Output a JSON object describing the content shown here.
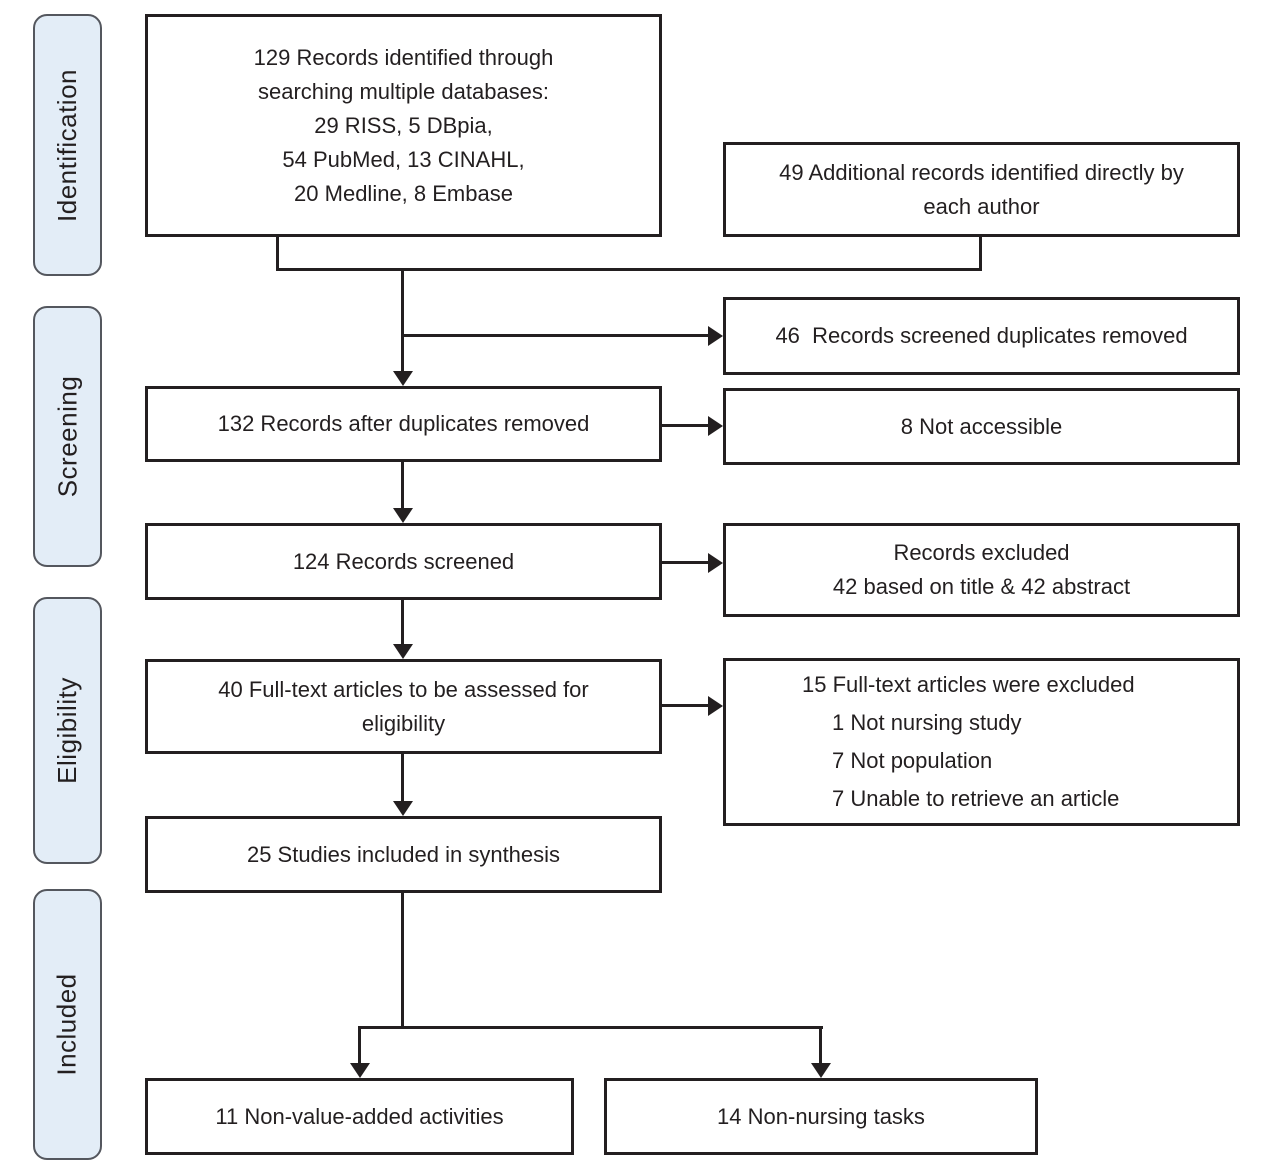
{
  "diagram": {
    "type": "prisma-flow",
    "colors": {
      "ink": "#231f20",
      "stage_fill": "#e3edf7",
      "stage_border": "#54575e",
      "background": "#ffffff"
    },
    "stages": [
      {
        "label": "Identification"
      },
      {
        "label": "Screening"
      },
      {
        "label": "Eligibility"
      },
      {
        "label": "Included"
      }
    ],
    "boxes": {
      "identified": {
        "lines": [
          "129 Records identified through",
          "searching multiple databases:",
          "29 RISS, 5 DBpia,",
          "54 PubMed, 13 CINAHL,",
          "20 Medline, 8 Embase"
        ]
      },
      "additional": {
        "lines": [
          "49 Additional records identified directly by",
          "each author"
        ]
      },
      "duplicates_screened": {
        "text": "46  Records screened duplicates removed"
      },
      "after_duplicates": {
        "text": "132 Records after duplicates removed"
      },
      "not_accessible": {
        "text": "8 Not accessible"
      },
      "screened": {
        "text": "124 Records screened"
      },
      "records_excluded": {
        "lines": [
          "Records excluded",
          "42 based on title & 42 abstract"
        ]
      },
      "fulltext_assessed": {
        "lines": [
          "40 Full-text articles to be assessed for",
          "eligibility"
        ]
      },
      "fulltext_excluded": {
        "title": "15 Full-text articles were excluded",
        "items": [
          "1 Not nursing study",
          "7 Not population",
          "7 Unable to retrieve an article"
        ]
      },
      "synthesis": {
        "text": "25 Studies included in synthesis"
      },
      "non_value_added": {
        "text": "11 Non-value-added activities"
      },
      "non_nursing": {
        "text": "14 Non-nursing tasks"
      }
    }
  }
}
